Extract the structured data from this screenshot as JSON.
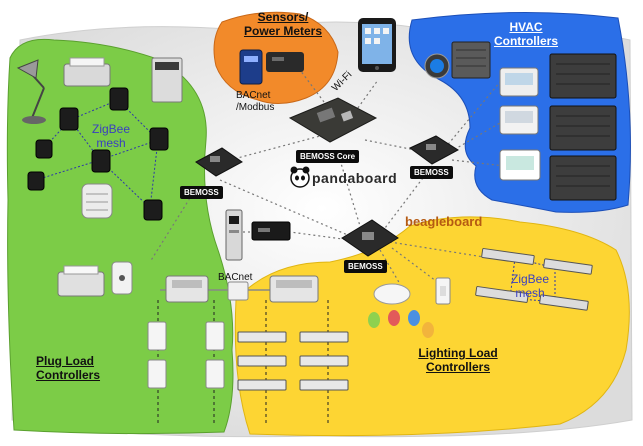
{
  "zones": {
    "sensors": {
      "title_line1": "Sensors/",
      "title_line2": "Power Meters"
    },
    "hvac": {
      "title_line1": "HVAC",
      "title_line2": "Controllers"
    },
    "plug_load": {
      "title_line1": "Plug Load",
      "title_line2": "Controllers"
    },
    "lighting": {
      "title_line1": "Lighting Load",
      "title_line2": "Controllers"
    }
  },
  "mesh_labels": {
    "plug": {
      "line1": "ZigBee",
      "line2": "mesh"
    },
    "lighting": {
      "line1": "ZigBee",
      "line2": "mesh"
    }
  },
  "nodes": {
    "core": "BEMOSS Core",
    "left": "BEMOSS",
    "right": "BEMOSS",
    "bottom": "BEMOSS"
  },
  "brands": {
    "pandaboard": "pandaboard",
    "beagleboard": "beagleboard"
  },
  "protocols": {
    "bacnet_modbus_line1": "BACnet",
    "bacnet_modbus_line2": "/Modbus",
    "wifi": "Wi-Fi",
    "bacnet": "BACnet"
  },
  "colors": {
    "hvac_zone": "#2b6fe8",
    "sensors_zone": "#f28a2a",
    "plug_load_zone": "#7ccc47",
    "lighting_zone": "#fdd533",
    "mesh_label": "#3a3fc0",
    "beagleboard_brand": "#b55a12"
  }
}
